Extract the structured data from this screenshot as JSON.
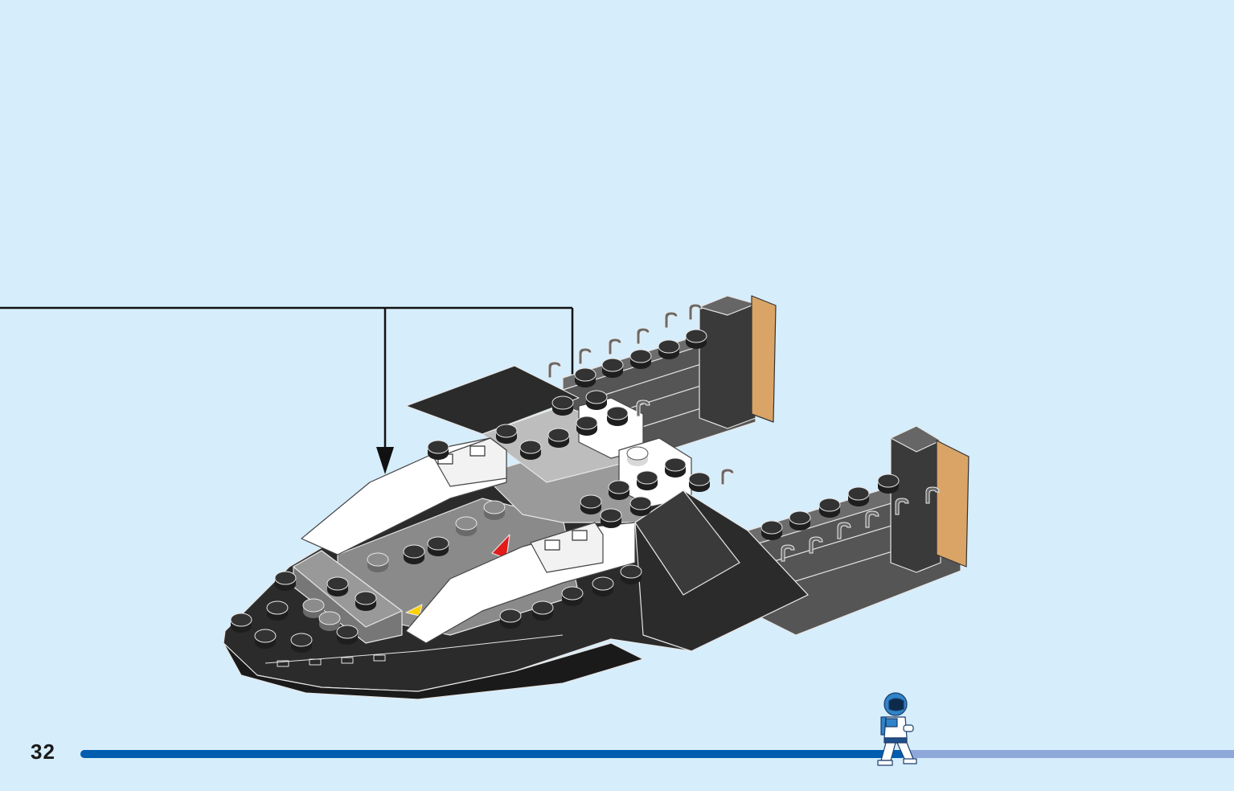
{
  "page": {
    "number": "32",
    "progress_percent": 71.5
  },
  "step": {
    "callout_arrows": 2
  },
  "colors": {
    "background": "#d6edfb",
    "progress_done": "#005db0",
    "progress_remaining": "#8fa8da",
    "brick_black": "#2b2b2b",
    "brick_dark_grey": "#555555",
    "brick_light_grey": "#9a9a9a",
    "brick_white": "#ffffff",
    "accent_tan": "#d9a466",
    "accent_red": "#e21b1b",
    "accent_yellow": "#ffd200"
  },
  "icons": {
    "progress_marker": "astronaut-minifigure-icon"
  }
}
